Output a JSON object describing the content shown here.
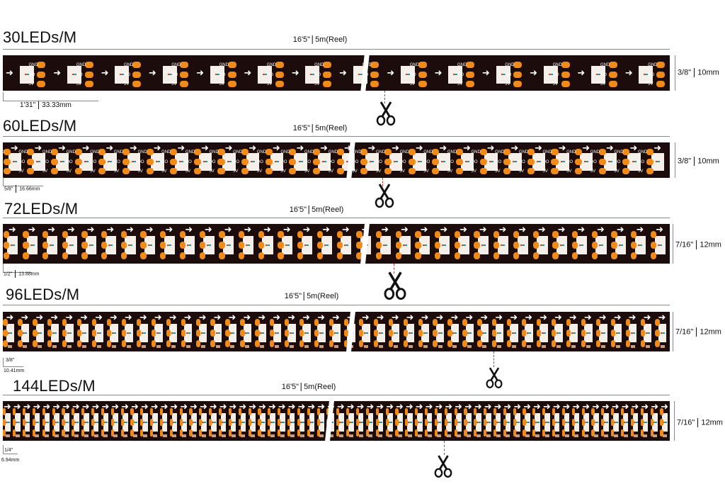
{
  "colors": {
    "strip": "#1c0c0c",
    "pad": "#f08a18",
    "led": "#f4efe8",
    "cut_line": "#c0392b"
  },
  "pad_labels": {
    "gnd": "GND",
    "di": "DI",
    "do": "DO",
    "v5": "5V"
  },
  "icons": {
    "direction": "arrow-right-icon",
    "cut": "scissors-icon"
  },
  "strips": [
    {
      "title": "30LEDs/M",
      "length_in": "16'5\"",
      "length_m": "5m(Reel)",
      "width_in": "3/8\"",
      "width_mm": "10mm",
      "pitch_in": "1'31\"",
      "pitch_mm": "33.33mm",
      "leds_shown": 14
    },
    {
      "title": "60LEDs/M",
      "length_in": "16'5\"",
      "length_m": "5m(Reel)",
      "width_in": "3/8\"",
      "width_mm": "10mm",
      "pitch_in": "5/8\"",
      "pitch_mm": "16.66mm",
      "leds_shown": 28
    },
    {
      "title": "72LEDs/M",
      "length_in": "16'5\"",
      "length_m": "5m(Reel)",
      "width_in": "7/16\"",
      "width_mm": "12mm",
      "pitch_in": "1/2\"",
      "pitch_mm": "13.88mm",
      "leds_shown": 34
    },
    {
      "title": "96LEDs/M",
      "length_in": "16'5\"",
      "length_m": "5m(Reel)",
      "width_in": "7/16\"",
      "width_mm": "12mm",
      "pitch_in": "3/8\"",
      "pitch_mm": "10.41mm",
      "leds_shown": 45
    },
    {
      "title": "144LEDs/M",
      "length_in": "16'5\"",
      "length_m": "5m(Reel)",
      "width_in": "7/16\"",
      "width_mm": "12mm",
      "pitch_in": "1/4\"",
      "pitch_mm": "6.94mm",
      "leds_shown": 68
    }
  ]
}
